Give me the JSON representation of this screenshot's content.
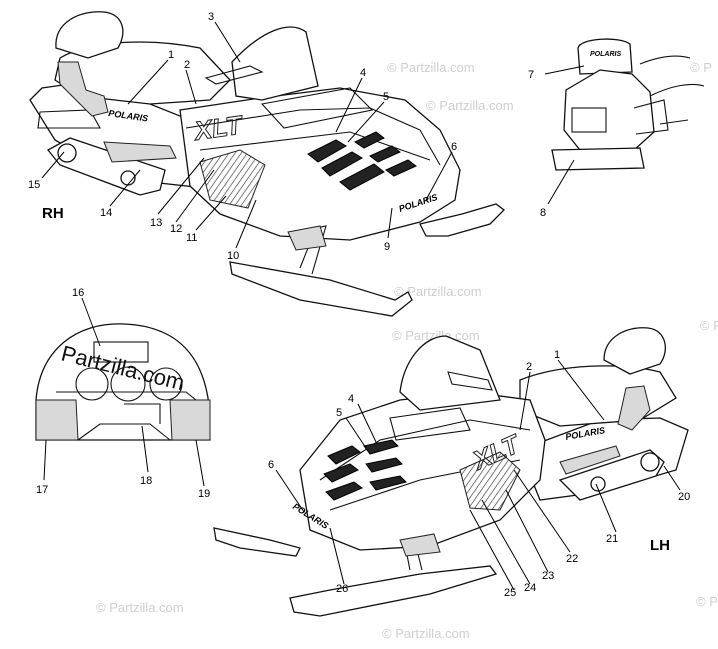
{
  "labels": {
    "rh": "RH",
    "lh": "LH"
  },
  "watermarks": {
    "main": "Partzilla.com",
    "small": "© Partzilla.com",
    "edge": "© P"
  },
  "decals": {
    "brand": "POLARIS",
    "model": "XLT"
  },
  "callouts": {
    "top_rh": [
      "1",
      "2",
      "3",
      "4",
      "5",
      "6",
      "9",
      "10",
      "11",
      "12",
      "13",
      "14",
      "15"
    ],
    "top_right_part": [
      "7",
      "8"
    ],
    "dash_part": [
      "16",
      "17",
      "18",
      "19"
    ],
    "bottom_lh": [
      "1",
      "2",
      "4",
      "5",
      "6",
      "20",
      "21",
      "22",
      "23",
      "24",
      "25",
      "26"
    ]
  },
  "colors": {
    "line": "#000000",
    "fill_grey": "#d9d9d9",
    "watermark": "#cfcfcf"
  }
}
